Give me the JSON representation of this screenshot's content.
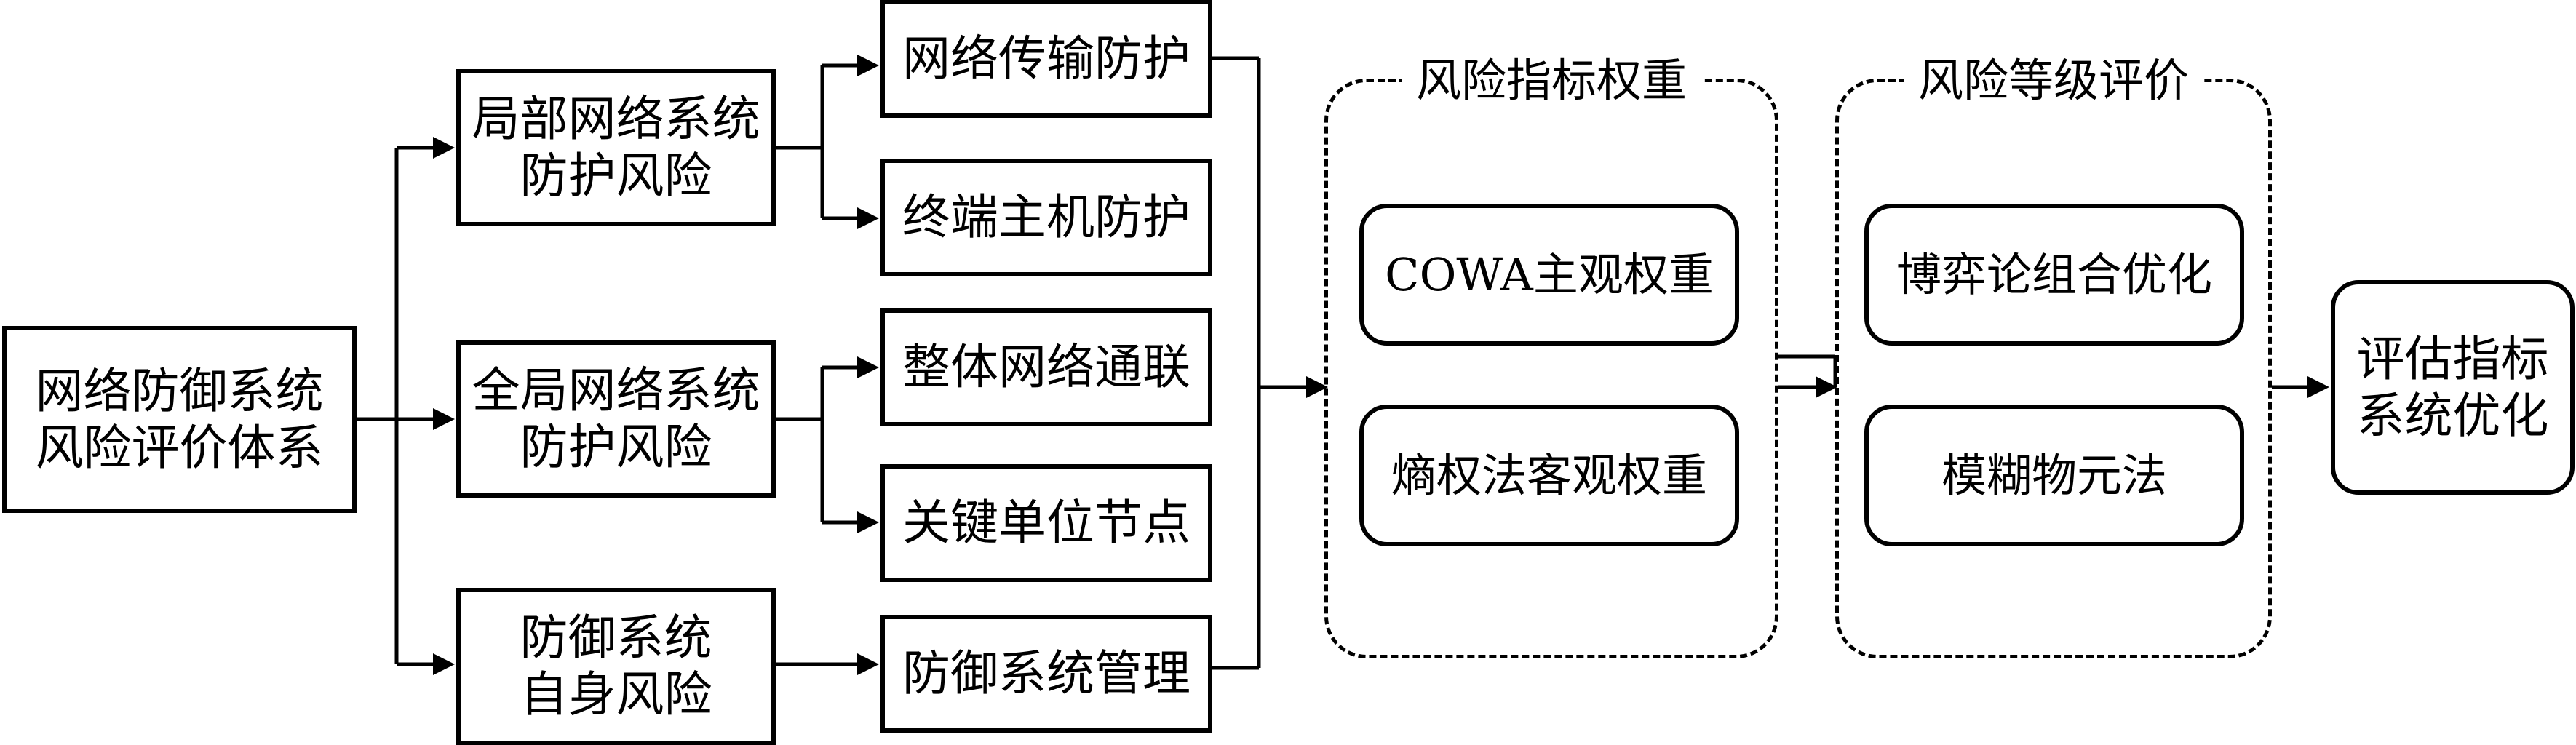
{
  "root": [
    "网络防御系统",
    "风险评价体系"
  ],
  "categories": [
    {
      "lines": [
        "局部网络系统",
        "防护风险"
      ],
      "items": [
        "网络传输防护",
        "终端主机防护"
      ]
    },
    {
      "lines": [
        "全局网络系统",
        "防护风险"
      ],
      "items": [
        "整体网络通联",
        "关键单位节点"
      ]
    },
    {
      "lines": [
        "防御系统",
        "自身风险"
      ],
      "items": [
        "防御系统管理"
      ]
    }
  ],
  "weights": {
    "title": "风险指标权重",
    "items": [
      "COWA主观权重",
      "熵权法客观权重"
    ]
  },
  "evaluation": {
    "title": "风险等级评价",
    "items": [
      "博弈论组合优化",
      "模糊物元法"
    ]
  },
  "output": [
    "评估指标",
    "系统优化"
  ]
}
